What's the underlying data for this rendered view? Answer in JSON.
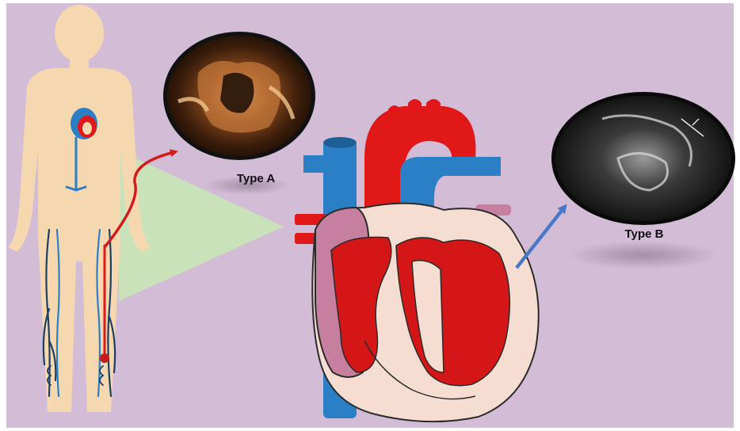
{
  "labels": {
    "type_a": "Type A",
    "type_b": "Type B"
  },
  "colors": {
    "background": "#d3bcd6",
    "body_silhouette": "#f6d8b0",
    "projection_triangle": "#c9e6b7",
    "vein_blue": "#2b7fc4",
    "artery_red": "#e01818",
    "heart_muscle": "#f6ddd2",
    "atrium_pink": "#c77fa0",
    "thrombus_arrow_red": "#d21c1c",
    "type_b_arrow_blue": "#4a78c9"
  },
  "icons": {
    "body": "human-body-silhouette",
    "heart": "heart-cross-section",
    "type_a": "3d-echocardiogram",
    "type_b": "2d-echocardiogram"
  }
}
